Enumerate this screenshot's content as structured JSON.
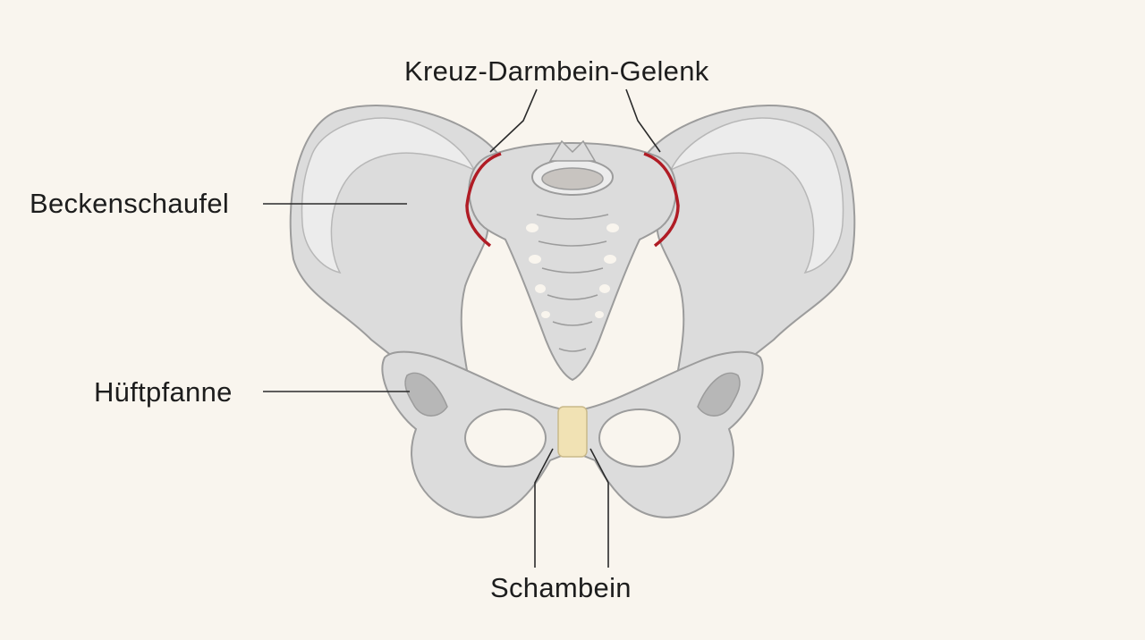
{
  "labels": {
    "sacroiliac_joint": "Kreuz-Darmbein-Gelenk",
    "iliac_wing": "Beckenschaufel",
    "acetabulum": "Hüftpfanne",
    "pubic_bone": "Schambein"
  },
  "colors": {
    "background": "#f9f5ee",
    "bone_fill": "#dcdcdc",
    "bone_light": "#ececec",
    "bone_shadow": "#b7b7b7",
    "bone_outline": "#9c9c9c",
    "joint_highlight": "#b01c25",
    "cartilage": "#f1e2b4",
    "leader_line": "#2b2b2b",
    "text": "#1d1d1d"
  }
}
